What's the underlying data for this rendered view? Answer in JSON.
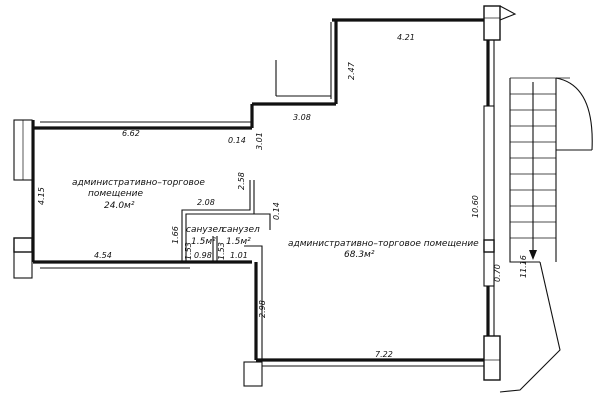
{
  "rooms": {
    "left_office": {
      "line1": "административно–торговое",
      "line2": "помещение",
      "area": "24.0м²"
    },
    "main_office": {
      "line1": "административно–торговое помещение",
      "area": "68.3м²"
    },
    "wc_left": {
      "line1": "санузел",
      "area": "1.5м²"
    },
    "wc_right": {
      "line1": "санузел",
      "area": "1.5м²"
    }
  },
  "dimensions": {
    "top_width": "4.21",
    "notch_height": "2.47",
    "notch_width": "3.08",
    "left_top_width": "6.62",
    "wall_014_a": "0.14",
    "wall_301": "3.01",
    "left_height": "4.15",
    "partition_258": "2.58",
    "partition_208": "2.08",
    "wall_014_b": "0.14",
    "wc_166": "1.66",
    "wc_153a": "1.53",
    "wc_153b": "1.53",
    "wc_098": "0.98",
    "wc_101": "1.01",
    "left_bottom_width": "4.54",
    "lower_height": "2.98",
    "bottom_width": "7.22",
    "right_height": "10.60",
    "right_070": "0.70",
    "stair_length": "11.16"
  }
}
